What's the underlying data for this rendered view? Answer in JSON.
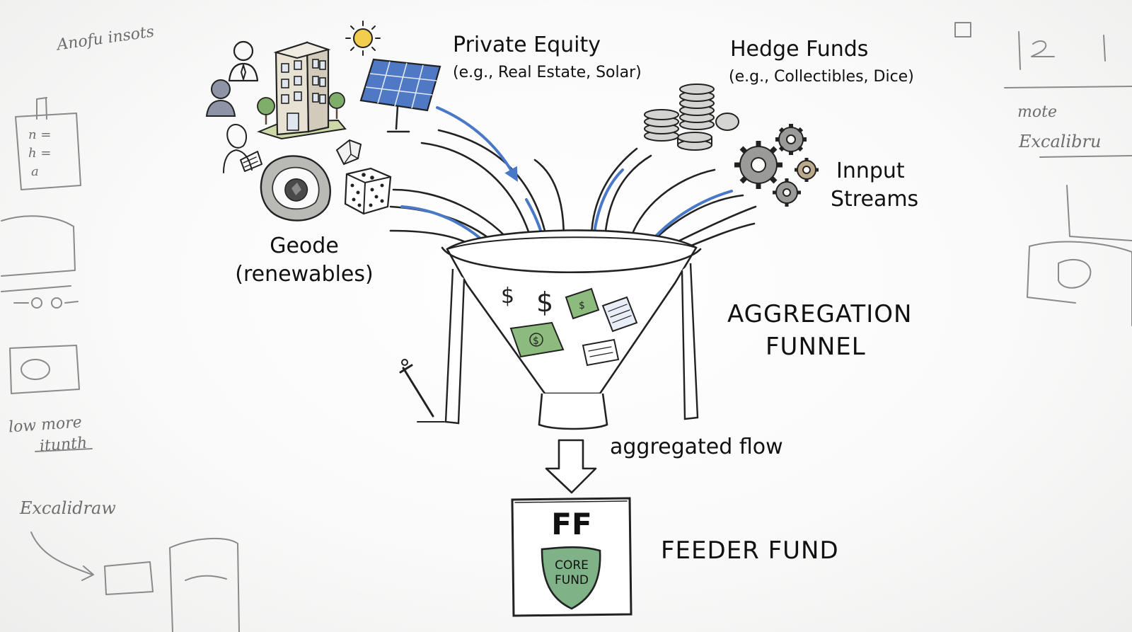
{
  "labels": {
    "private_equity_title": "Private Equity",
    "private_equity_sub": "(e.g., Real Estate, Solar)",
    "hedge_funds_title": "Hedge Funds",
    "hedge_funds_sub": "(e.g., Collectibles, Dice)",
    "geode_title": "Geode",
    "geode_sub": "(renewables)",
    "input_streams_line1": "Innput",
    "input_streams_line2": "Streams",
    "funnel_line1": "AGGREGATION",
    "funnel_line2": "FUNNEL",
    "aggregated_flow": "aggregated flow",
    "ff_letters": "FF",
    "shield_line1": "CORE",
    "shield_line2": "FUND",
    "feeder_fund": "FEEDER FUND"
  },
  "background_notes": {
    "top_left": "Anofu insots",
    "left_mid_1": "low more",
    "left_mid_2": "itunth",
    "left_bottom": "Excalidraw",
    "right_note": "mote",
    "right_excal": "Excalibru",
    "ledger_1": "n =",
    "ledger_2": "h =",
    "ledger_3": "a"
  },
  "icons": [
    "person-suit-icon",
    "person-icon",
    "person-reading-icon",
    "office-building-icon",
    "tree-icon",
    "sun-icon",
    "solar-panel-icon",
    "geode-icon",
    "crystal-icon",
    "dice-icon",
    "coin-stacks-icon",
    "gear-cluster-icon",
    "dollar-icon",
    "banknote-icon",
    "document-icon",
    "sword-icon",
    "down-arrow-icon",
    "shield-icon"
  ],
  "colors": {
    "flow_arrows": "#4a78c8",
    "money_green": "#8dbb7e",
    "shield_green": "#7fb287",
    "solar_blue": "#4f79c4",
    "sun_yellow": "#f3cd4d",
    "ink": "#222222"
  }
}
